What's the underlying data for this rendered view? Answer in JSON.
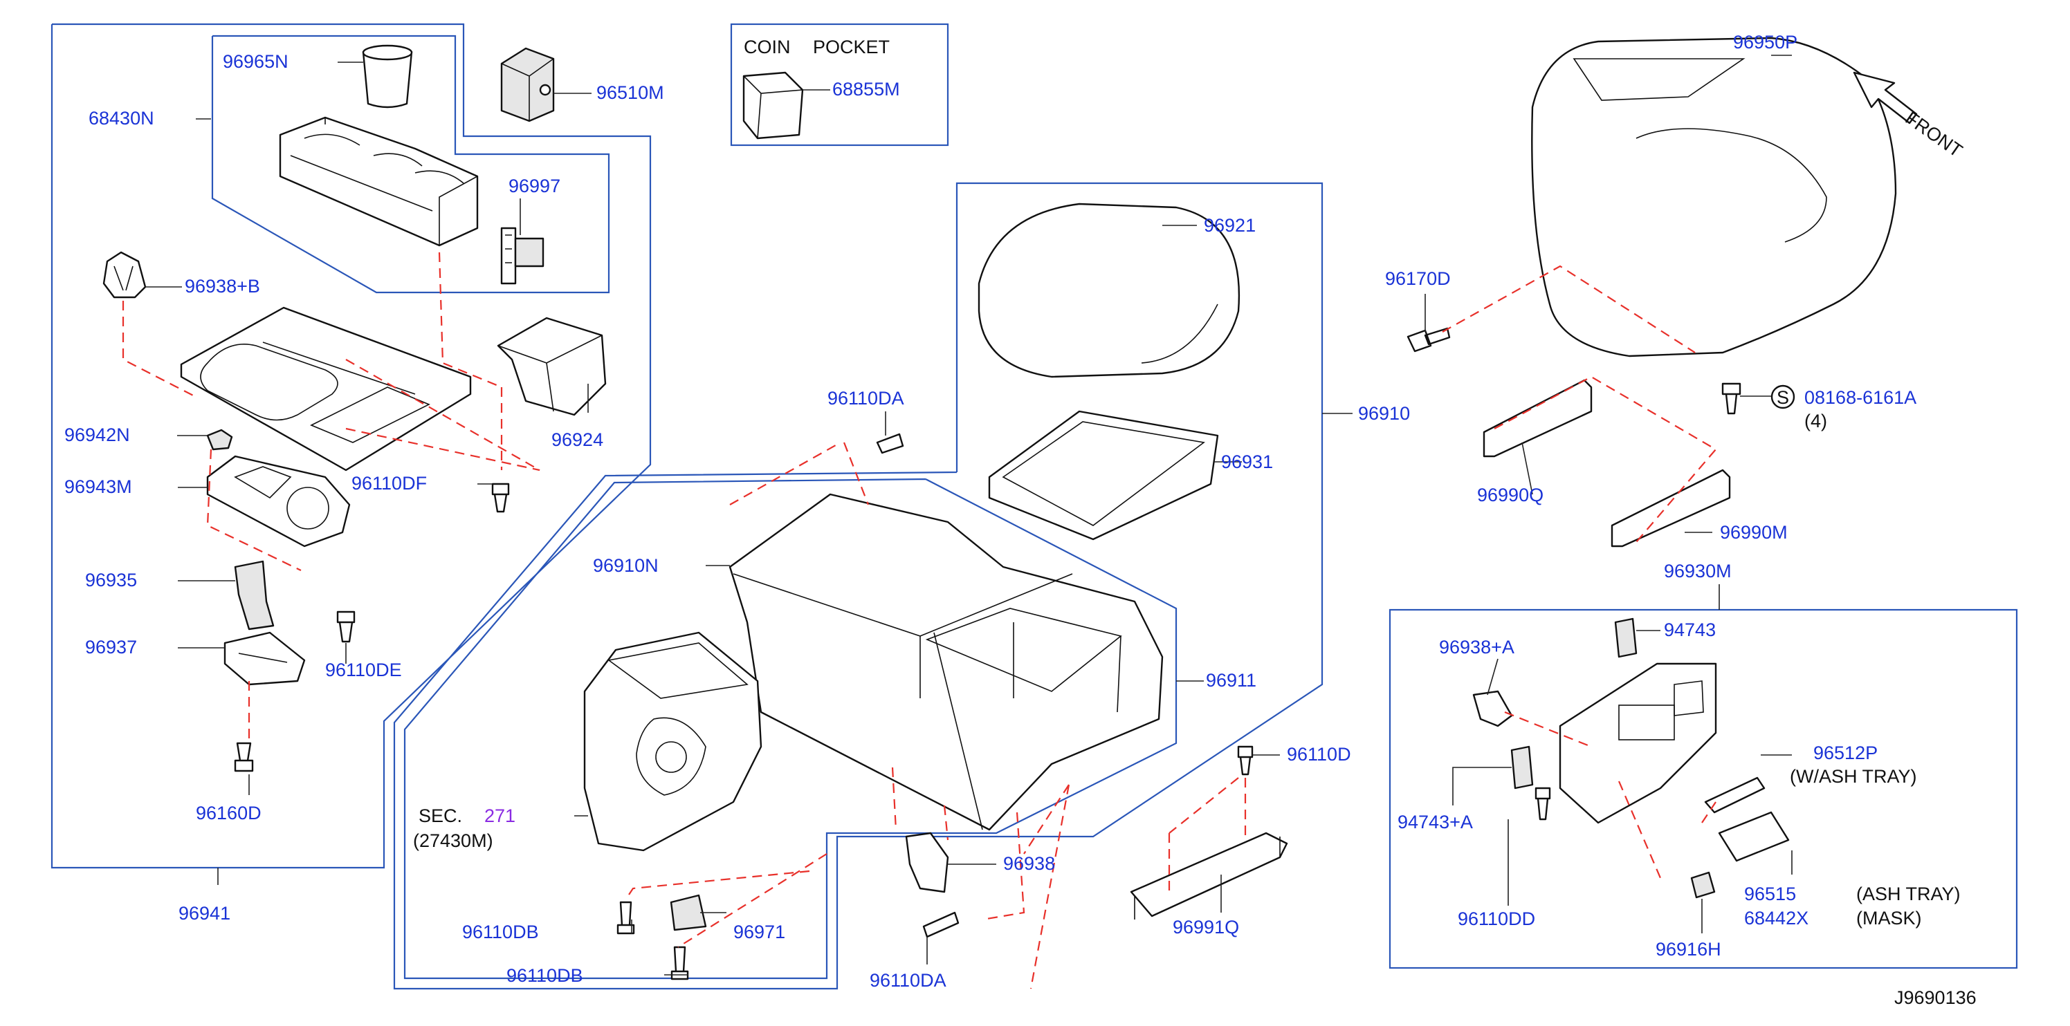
{
  "diagram": {
    "part_labels": {
      "p96965N": "96965N",
      "p68430N": "68430N",
      "p96510M": "96510M",
      "p96997": "96997",
      "p96938B": "96938+B",
      "p96942N": "96942N",
      "p96943M": "96943M",
      "p96924": "96924",
      "p96110DF": "96110DF",
      "p96935": "96935",
      "p96937": "96937",
      "p96110DE": "96110DE",
      "p96160D": "96160D",
      "p96941": "96941",
      "p68855M": "68855M",
      "p96110DA_top": "96110DA",
      "p96921": "96921",
      "p96931": "96931",
      "p96910": "96910",
      "p96910N": "96910N",
      "p96911": "96911",
      "p96950P": "96950P",
      "p96170D": "96170D",
      "p08168": "08168-6161A",
      "p96990Q": "96990Q",
      "p96990M": "96990M",
      "p96930M": "96930M",
      "p96938A": "96938+A",
      "p94743": "94743",
      "p94743A": "94743+A",
      "p96512P": "96512P",
      "p96515": "96515",
      "p68442X": "68442X",
      "p96110DD": "96110DD",
      "p96916H": "96916H",
      "p96110D": "96110D",
      "p96991Q": "96991Q",
      "p96938": "96938",
      "p96110DB_a": "96110DB",
      "p96971": "96971",
      "p96110DB_b": "96110DB",
      "p96110DA_bottom": "96110DA",
      "sec_code": "271",
      "sec_part": "(27430M)"
    },
    "notes": {
      "coin": "COIN",
      "pocket": "POCKET",
      "front": "FRONT",
      "screw_symbol": "S",
      "screw_qty": "(4)",
      "sec_prefix": "SEC.",
      "w_ash_tray": "(W/ASH   TRAY)",
      "ash_tray": "(ASH   TRAY)",
      "mask": "(MASK)",
      "drawing_id": "J9690136"
    },
    "colors": {
      "label": "#1a33d6",
      "frame": "#2a56b8",
      "dashed_leader": "#e8302a",
      "section_ref": "#8a2be2"
    }
  }
}
